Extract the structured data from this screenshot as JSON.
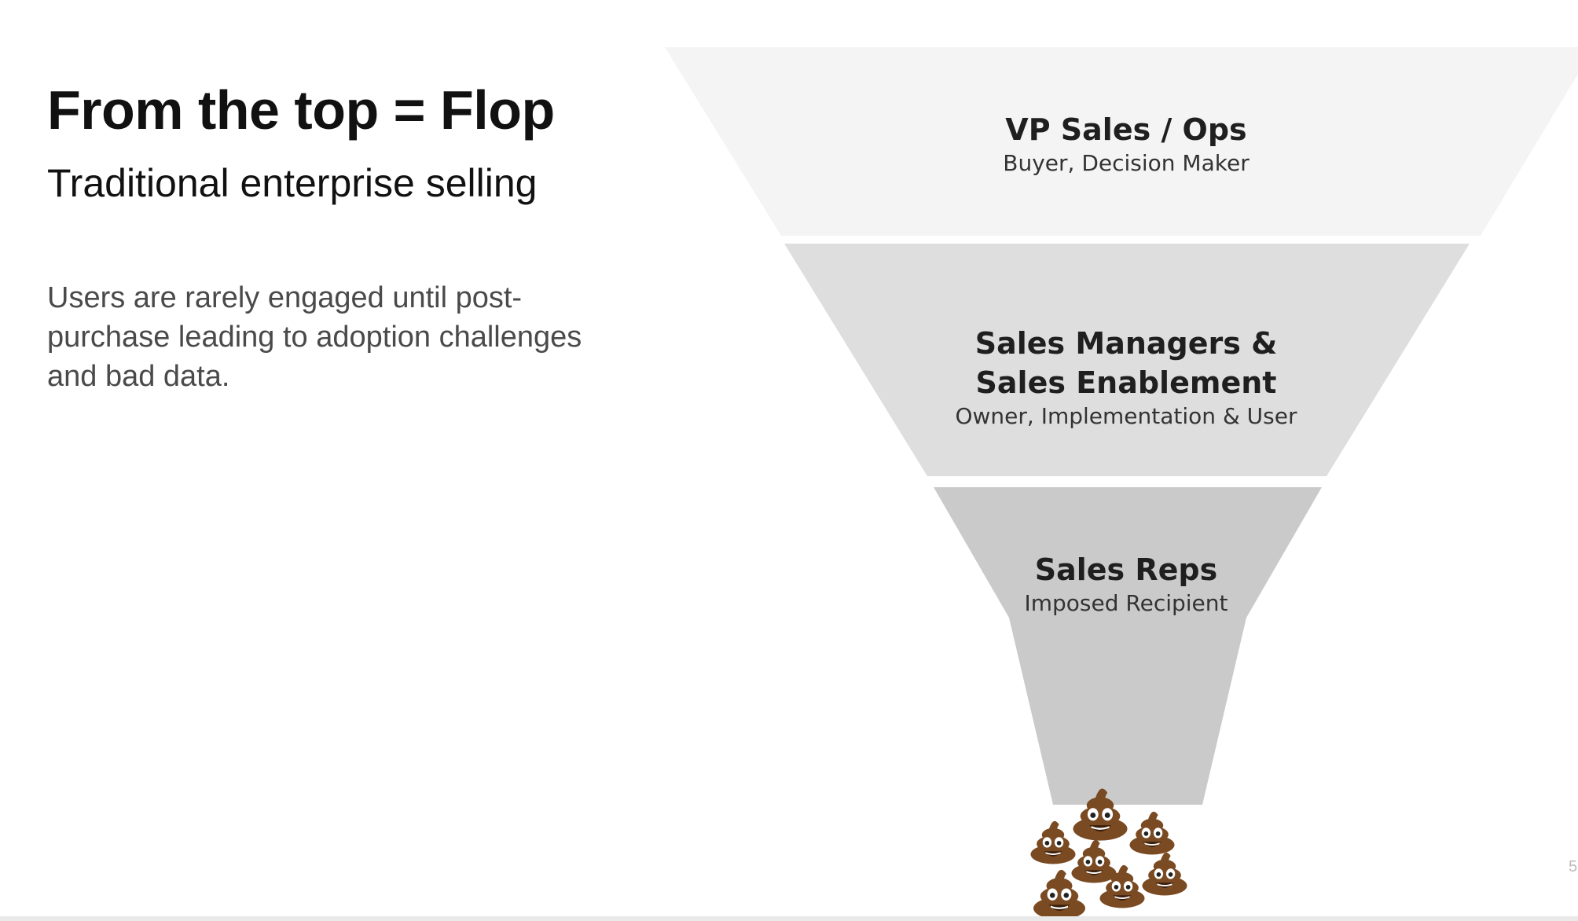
{
  "slide": {
    "title": "From the top = Flop",
    "subtitle": "Traditional enterprise selling",
    "body": "Users are rarely engaged until post-purchase leading to adoption challenges and bad data.",
    "page_number": "5"
  },
  "funnel": {
    "tiers": [
      {
        "name": "VP Sales / Ops",
        "role": "Buyer, Decision Maker",
        "fill": "#f4f4f4"
      },
      {
        "name": "Sales Managers &\nSales Enablement",
        "role": "Owner, Implementation & User",
        "fill": "#dedede"
      },
      {
        "name": "Sales Reps",
        "role": "Imposed Recipient",
        "fill": "#cacaca"
      }
    ],
    "output_icon": "pile-of-poo-icon",
    "output_count": 7,
    "output_color": "#7a4a22"
  }
}
